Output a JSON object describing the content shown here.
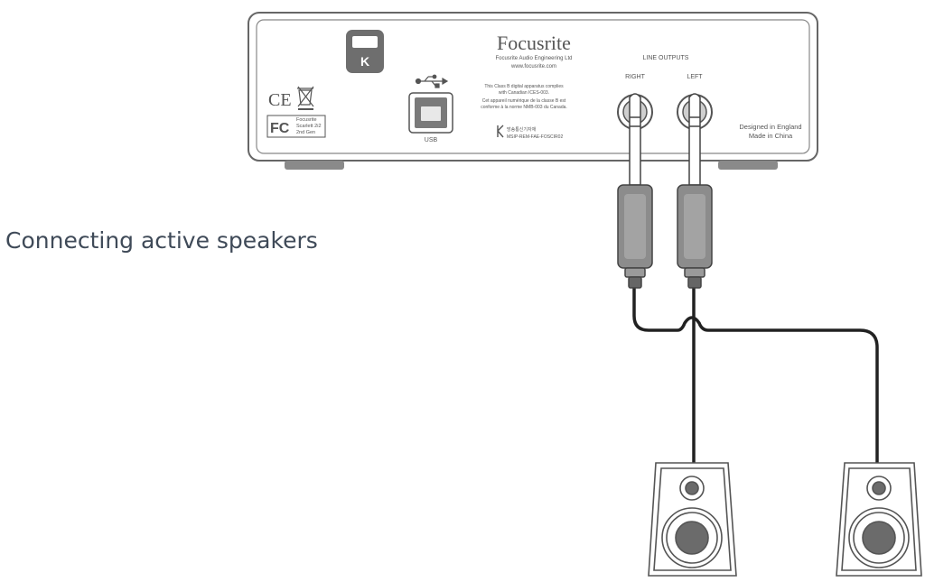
{
  "heading": "Connecting active speakers",
  "device": {
    "brand": "Focusrite",
    "company": "Focusrite Audio Engineering Ltd",
    "website": "www.focusrite.com",
    "compliance_lines": [
      "This Class B digital apparatus complies",
      "with Canadian ICES-003.",
      "Cet appareil numérique de la classe B est",
      "conforme à la norme NMB-003 du Canada."
    ],
    "kc_lines": [
      "방송통신기자재",
      "MSIP-REM-FAE-FOSCIR02"
    ],
    "line_outputs_label": "LINE OUTPUTS",
    "right_label": "RIGHT",
    "left_label": "LEFT",
    "usb_label": "USB",
    "model_lines": [
      "Focusrite",
      "Scarlett 2i2",
      "2nd Gen"
    ],
    "origin_lines": [
      "Designed in England",
      "Made in China"
    ],
    "logo_letter": "K",
    "ce_mark": "CE",
    "fcc_mark": "FC"
  },
  "icons": [
    "kensington-lock-icon",
    "usb-symbol-icon",
    "weee-bin-icon",
    "ce-mark-icon",
    "fcc-mark-icon",
    "kc-mark-icon",
    "jack-plug-icon",
    "speaker-icon"
  ],
  "colors": {
    "outline": "#555555",
    "heading_text": "#3f4a58",
    "driver_fill": "#6b6b6b",
    "foot_fill": "#888888",
    "cable": "#222222"
  }
}
